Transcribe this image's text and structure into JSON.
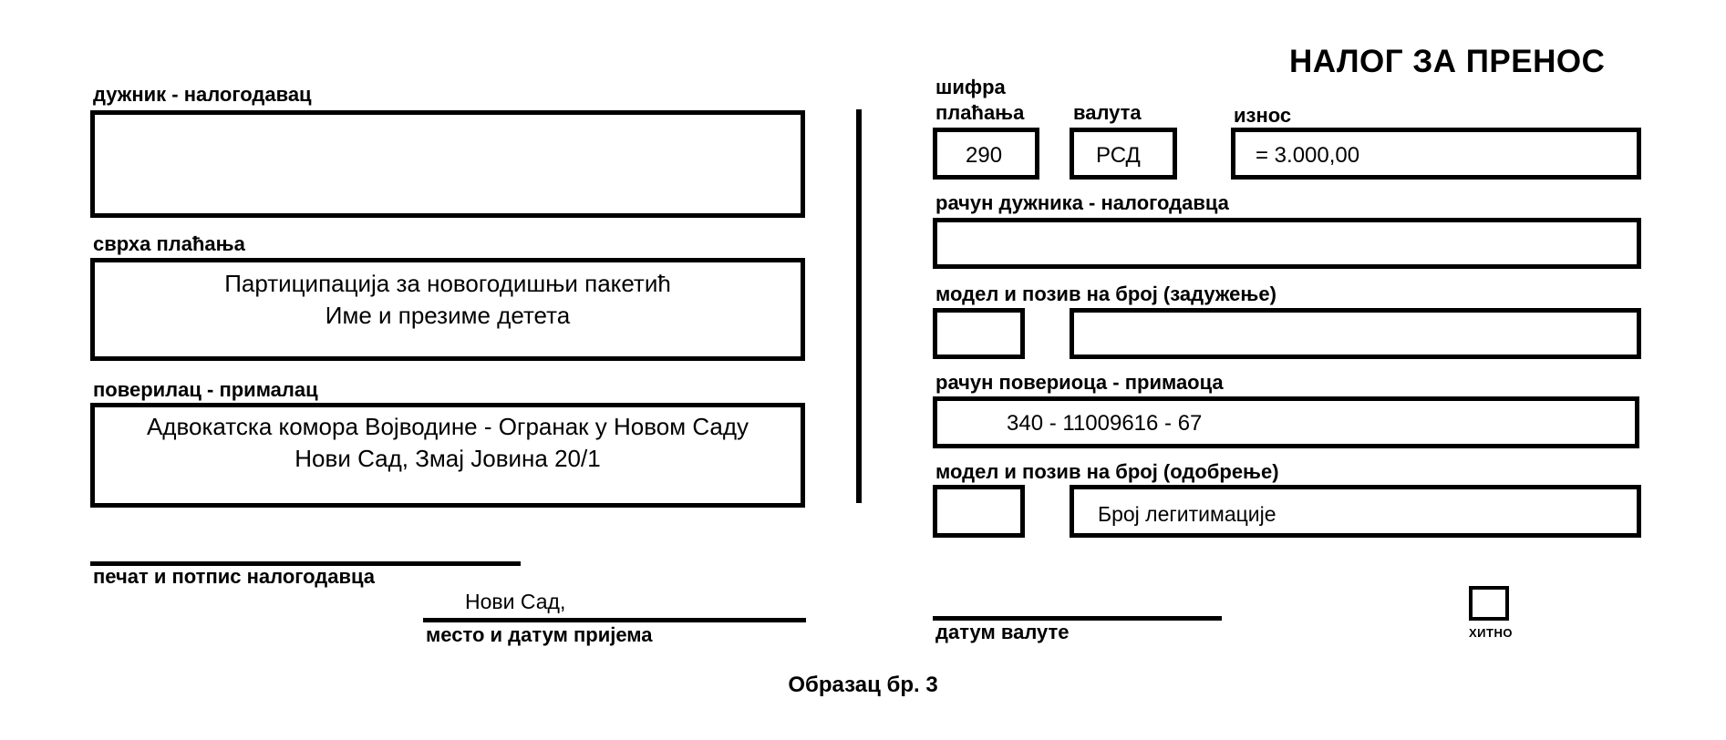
{
  "form": {
    "title": "НАЛОГ ЗА ПРЕНОС",
    "footer": "Образац бр. 3"
  },
  "left": {
    "payer_label": "дужник - налогодавац",
    "payer_value": "",
    "purpose_label": "сврха плаћања",
    "purpose_lines": [
      "Партиципација за новогодишњи пакетић",
      "Име и презиме детета"
    ],
    "recipient_label": "поверилац - прималац",
    "recipient_lines": [
      "Адвокатска комора Војводине - Огранак у Новом Саду",
      "Нови Сад, Змај Јовина 20/1"
    ],
    "signature_label": "печат и потпис налогодавца",
    "place_value": "Нови Сад,",
    "place_date_label": "место и датум пријема"
  },
  "right": {
    "payment_code_label_1": "шифра",
    "payment_code_label_2": "плаћања",
    "payment_code_value": "290",
    "currency_label": "валута",
    "currency_value": "РСД",
    "amount_label": "износ",
    "amount_value": "=  3.000,00",
    "payer_account_label": "рачун дужника - налогодавца",
    "payer_account_value": "",
    "debit_model_label": "модел и позив на број (задужење)",
    "debit_model_value": "",
    "debit_reference_value": "",
    "recipient_account_label": "рачун повериоца - примаоца",
    "recipient_account_value": "340 - 11009616 - 67",
    "credit_model_label": "модел и позив на број (одобрење)",
    "credit_model_value": "",
    "credit_reference_value": "Број легитимације",
    "value_date_label": "датум валуте",
    "urgent_label": "ХИТНО"
  }
}
